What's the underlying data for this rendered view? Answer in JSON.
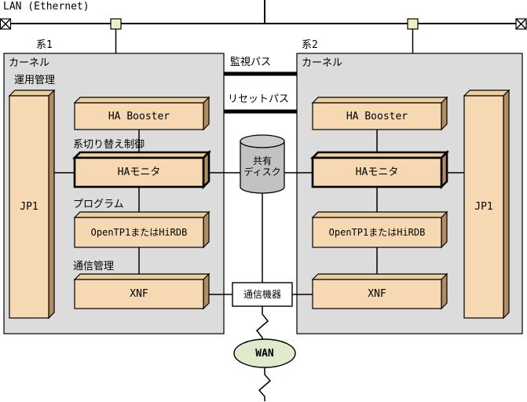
{
  "lan": {
    "label": "LAN (Ethernet)"
  },
  "system1": {
    "name": "系1",
    "kernel": "カーネル",
    "ops_mgmt": "運用管理",
    "jp1": "JP1",
    "ha_booster": "HA Booster",
    "switchover": "系切り替え制御",
    "ha_monitor": "HAモニタ",
    "program": "プログラム",
    "middleware": "OpenTP1またはHiRDB",
    "comm_mgmt": "通信管理",
    "xnf": "XNF"
  },
  "system2": {
    "name": "系2",
    "kernel": "カーネル",
    "jp1": "JP1",
    "ha_booster": "HA Booster",
    "ha_monitor": "HAモニタ",
    "middleware": "OpenTP1またはHiRDB",
    "xnf": "XNF"
  },
  "center": {
    "monitor_path": "監視パス",
    "reset_path": "リセットパス",
    "shared_disk_1": "共有",
    "shared_disk_2": "ディスク",
    "comm_device": "通信機器",
    "wan": "WAN"
  },
  "colors": {
    "kernel_bg": "#dcdcdc",
    "box_face": "#f6d9b2",
    "box_top": "#eccf9f",
    "box_side": "#b28d5f",
    "disk_body": "#c2c2c2",
    "disk_top": "#cccccc",
    "wan_fill": "#e0eacc",
    "node_fill": "#eef0c4"
  }
}
